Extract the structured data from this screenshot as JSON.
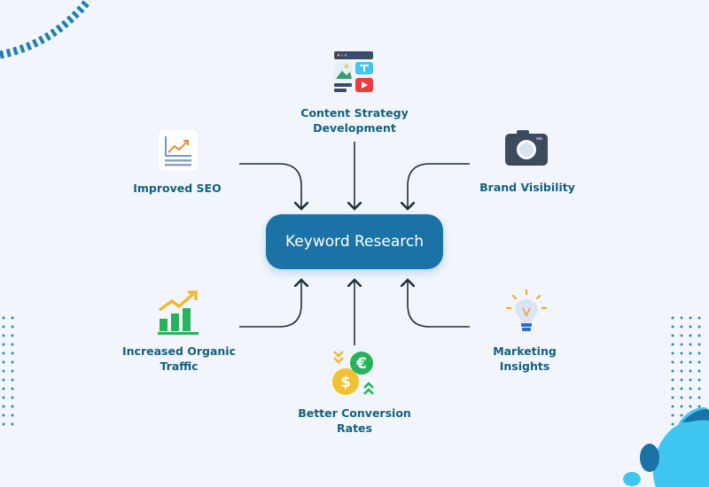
{
  "center": {
    "label": "Keyword Research"
  },
  "nodes": [
    {
      "id": "content",
      "lines": [
        "Content Strategy",
        "Development"
      ],
      "icon": "content-media-icon"
    },
    {
      "id": "seo",
      "lines": [
        "Improved SEO"
      ],
      "icon": "seo-chart-icon"
    },
    {
      "id": "brand",
      "lines": [
        "Brand Visibility"
      ],
      "icon": "camera-icon"
    },
    {
      "id": "organic",
      "lines": [
        "Increased Organic",
        "Traffic"
      ],
      "icon": "growth-bars-icon"
    },
    {
      "id": "conversion",
      "lines": [
        "Better Conversion",
        "Rates"
      ],
      "icon": "currency-exchange-icon"
    },
    {
      "id": "marketing",
      "lines": [
        "Marketing",
        "Insights"
      ],
      "icon": "lightbulb-icon"
    }
  ],
  "colors": {
    "background": "#f2f6fc",
    "center_box": "#1b72a6",
    "label_text": "#14607f",
    "arrow": "#1f2d3d",
    "dots": "#2a8ab8",
    "accent_blob": "#3ec5f0"
  }
}
